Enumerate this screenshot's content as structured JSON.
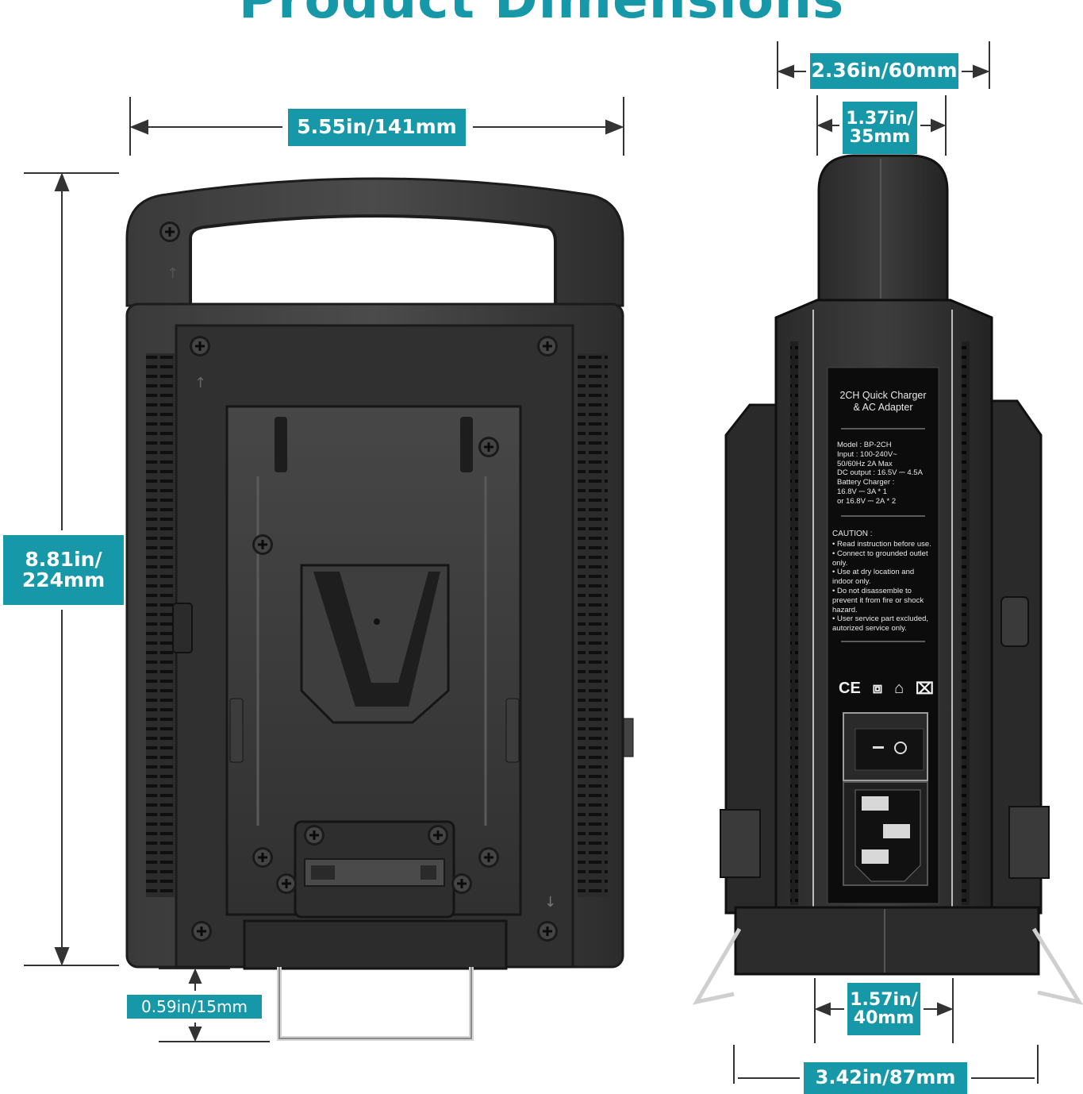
{
  "page": {
    "title": "Product Dimensions",
    "accent_color": "#1798a9"
  },
  "dimensions": {
    "width": "5.55in/141mm",
    "height": "8.81in/\n224mm",
    "stand_height": "0.59in/15mm",
    "depth": "2.36in/60mm",
    "handle_depth": "1.37in/\n35mm",
    "base_depth": "1.57in/\n40mm",
    "foot_depth": "3.42in/87mm"
  },
  "label_panel": {
    "title": "2CH Quick Charger\n& AC Adapter",
    "specs": "Model : BP-2CH\nInput :  100-240V~\n          50/60Hz 2A Max\nDC output : 16.5V ⎓ 4.5A\nBattery Charger :\n       16.8V ⎓ 3A * 1\n    or 16.8V ⎓ 2A * 2",
    "caution_heading": "CAUTION :",
    "caution_items": "• Read instruction before use.\n• Connect to grounded outlet\n  only.\n• Use at dry location and\n  indoor only.\n• Do not disassemble to\n  prevent it from fire or shock\n  hazard.\n• User service part excluded,\n  autorized service only.",
    "cert_marks": [
      "CE",
      "⧈",
      "⌂",
      "⌧"
    ]
  },
  "icons": [
    "power-switch-icon",
    "ac-inlet-icon",
    "screw-icon",
    "v-mount-plate-icon"
  ]
}
